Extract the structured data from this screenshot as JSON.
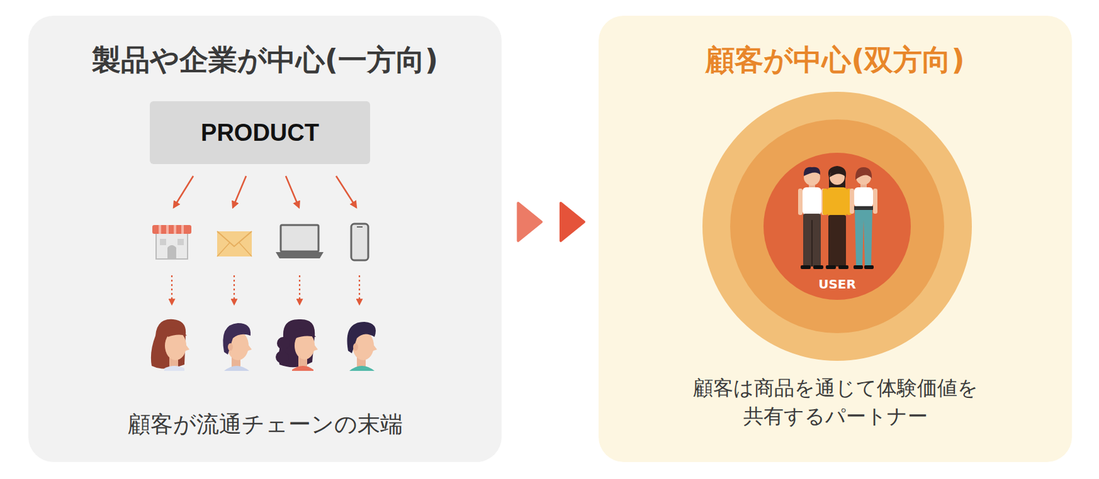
{
  "diagram": {
    "nodes": [
      {
        "text": [
          "製品や企業が中心(一方向)",
          "顧客が流通チェーンの末端"
        ]
      },
      {
        "text": [
          "PRODUCT"
        ],
        "in": 0
      },
      {
        "text": [
          "顧客が中心(双方向)",
          "顧客は商品を通じて体験価値を 共有するパートナー"
        ]
      },
      {
        "text": [
          "USER"
        ],
        "in": 2
      }
    ],
    "edges": [
      {
        "from": 0,
        "to": 2,
        "arrow": "to"
      }
    ]
  }
}
